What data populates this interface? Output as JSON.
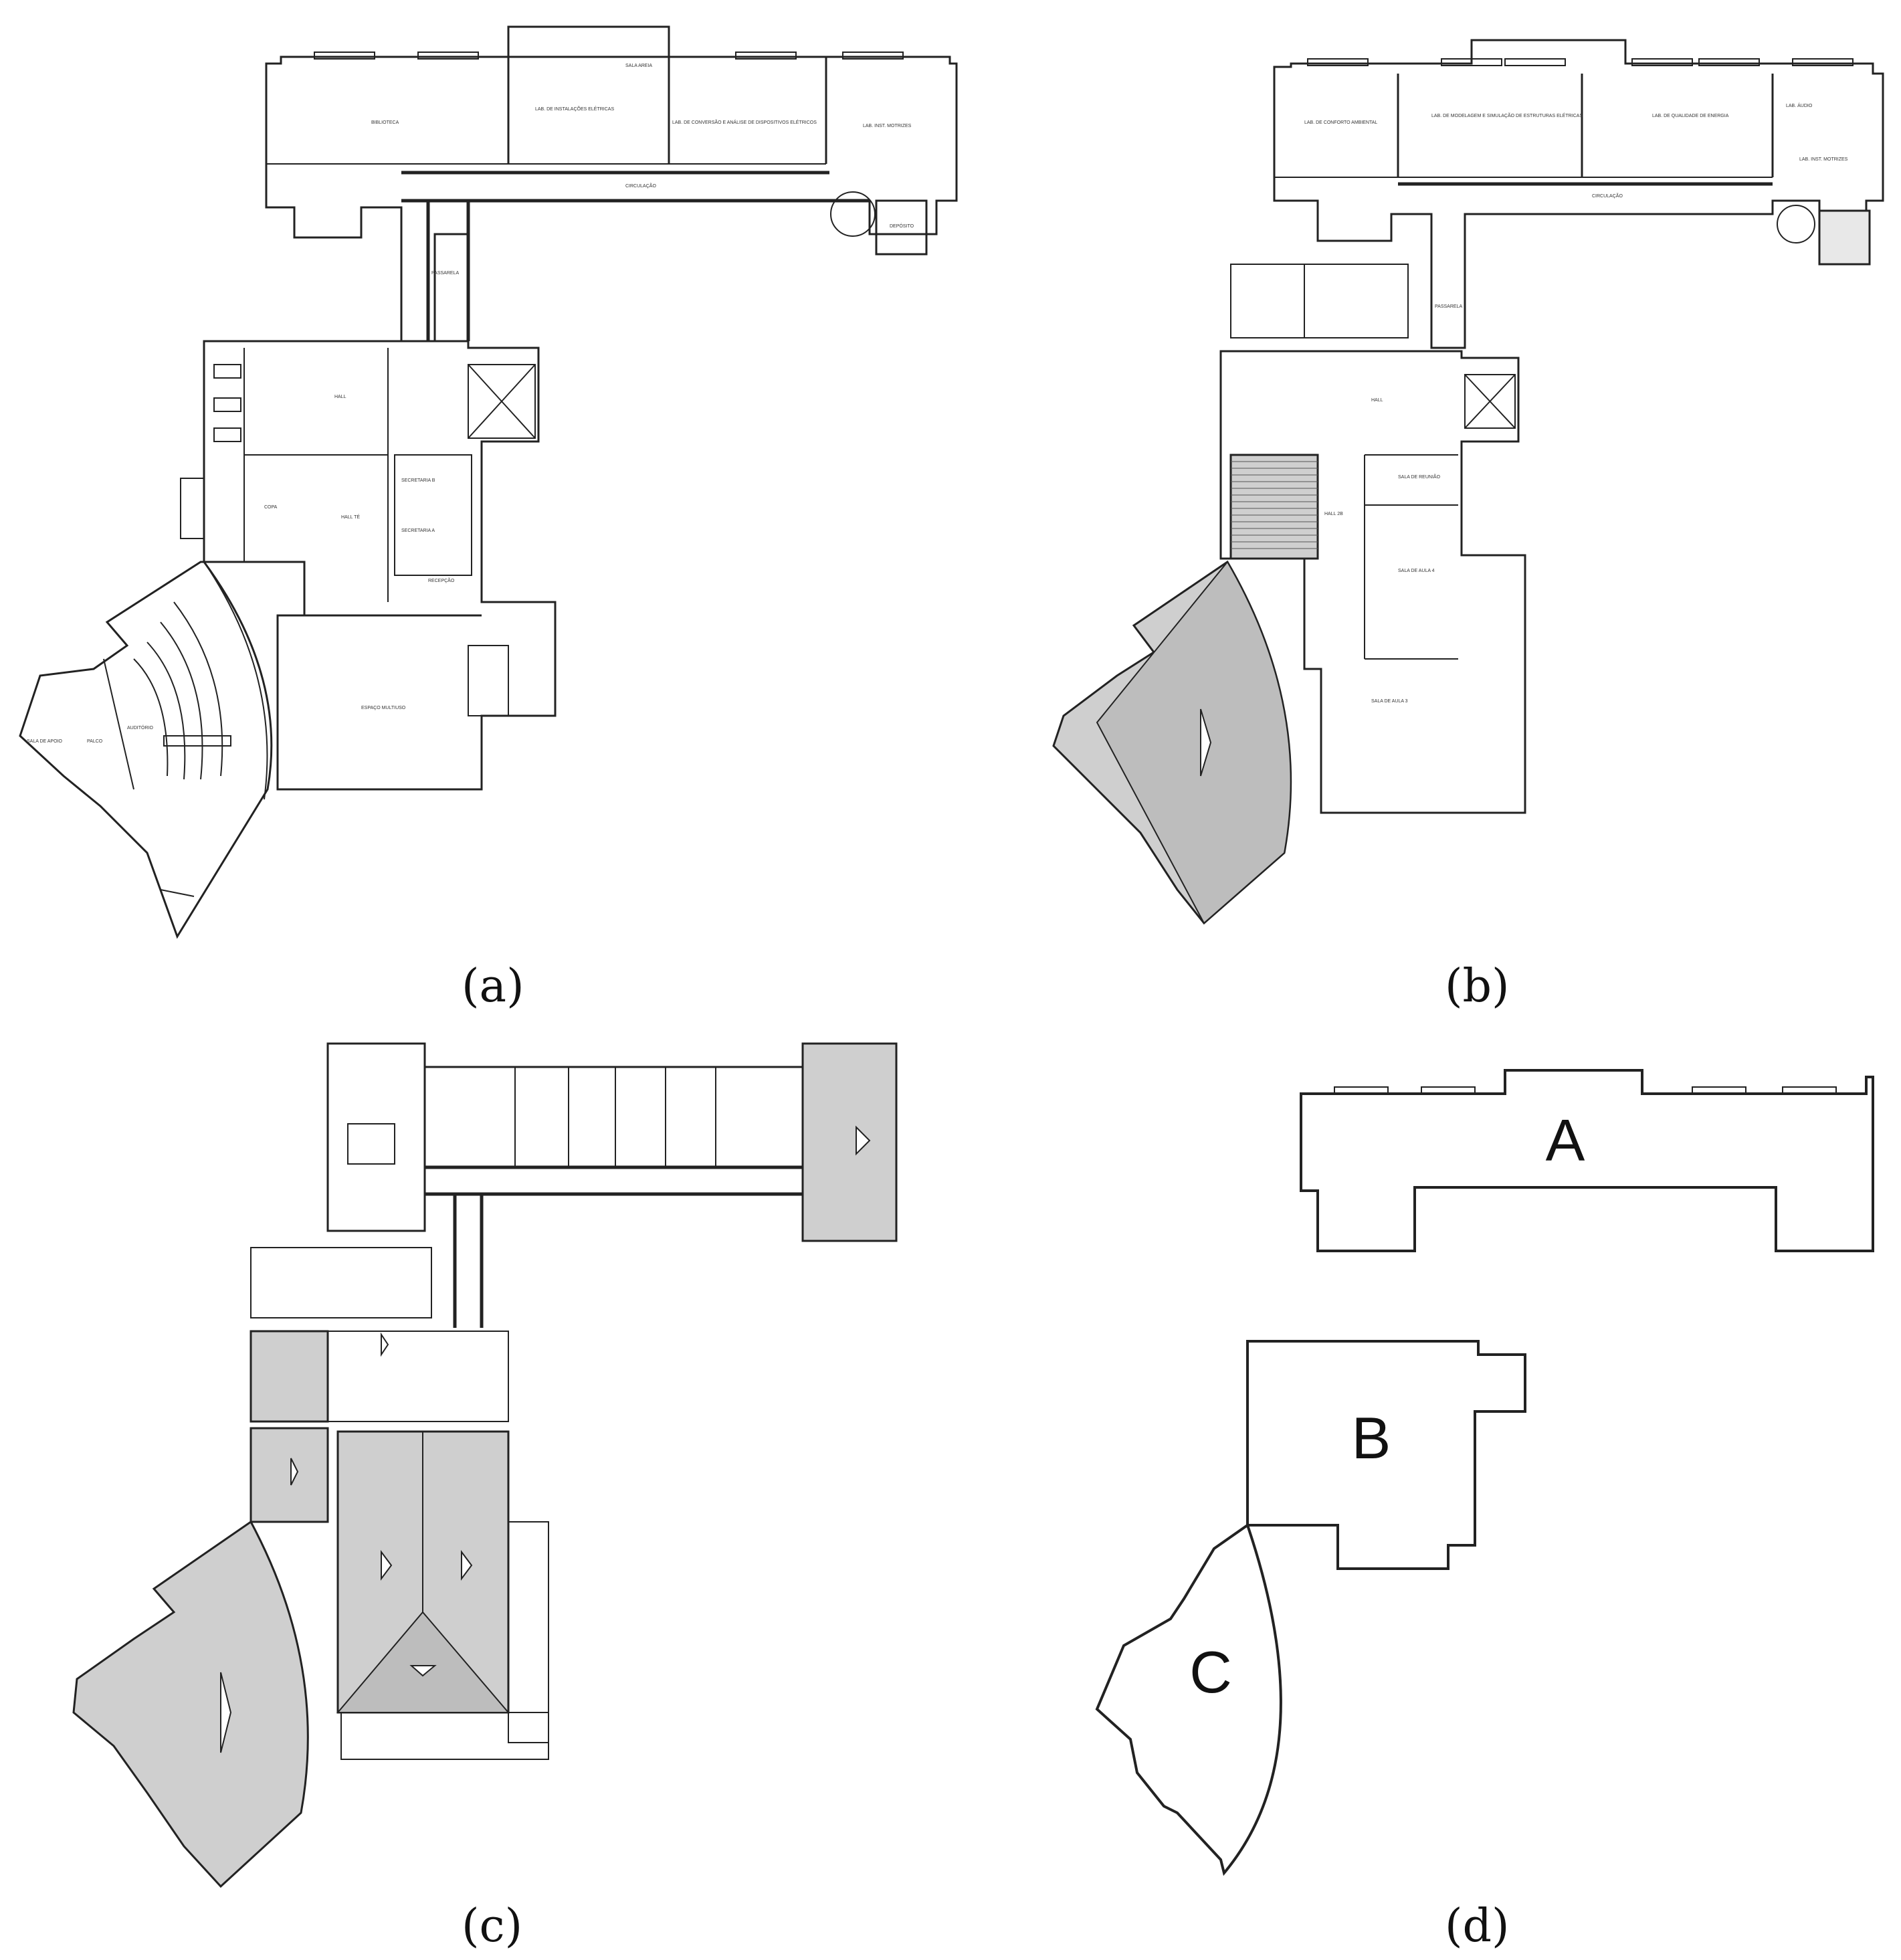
{
  "panels": [
    {
      "id": "a",
      "caption": "(a)"
    },
    {
      "id": "b",
      "caption": "(b)"
    },
    {
      "id": "c",
      "caption": "(c)"
    },
    {
      "id": "d",
      "caption": "(d)"
    }
  ],
  "block_labels": {
    "A": "A",
    "B": "B",
    "C": "C"
  },
  "room_labels_a": [
    "BIBLIOTECA",
    "LAB. DE INSTALAÇÕES ELÉTRICAS",
    "SALA AREIA",
    "LAB. DE CONVERSÃO E ANÁLISE DE DISPOSITIVOS ELÉTRICOS",
    "LAB. INST. MOTRIZES",
    "CIRCULAÇÃO",
    "DEPÓSITO",
    "PASSARELA",
    "HALL",
    "COPA",
    "HALL TÉ",
    "SECRETARIA B",
    "SECRETARIA A",
    "RECEPÇÃO",
    "ESPAÇO MULTIUSO",
    "AUDITÓRIO",
    "PALCO",
    "SALA DE APOIO"
  ],
  "room_labels_b": [
    "LAB. DE CONFORTO AMBIENTAL",
    "LAB. DE MODELAGEM E SIMULAÇÃO DE ESTRUTURAS ELÉTRICAS",
    "LAB. DE QUALIDADE DE ENERGIA",
    "LAB. ÁUDIO",
    "LAB. INST. MOTRIZES",
    "CIRCULAÇÃO",
    "PASSARELA",
    "HALL",
    "SALA DE REUNIÃO",
    "HALL 2B",
    "SALA DE AULA 4",
    "SALA DE AULA 3"
  ]
}
